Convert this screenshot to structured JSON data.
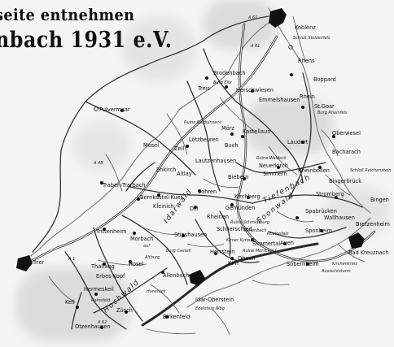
{
  "headline": {
    "line1": "seite entnehmen",
    "line2": "nbach 1931 e.V."
  },
  "regions": {
    "idarwald": "Idarwald",
    "soonwald": "Soonwald",
    "hochwald": "Hochwald",
    "tiefenbach": "Tiefenbach"
  },
  "towns": {
    "koblenz": "Koblenz",
    "rhens": "Rhens",
    "boppard": "Boppard",
    "brodenbach": "Brodenbach",
    "herschwiesen": "Herschwiesen",
    "treis": "Treis",
    "emmelshausen": "Emmelshausen",
    "rhein": "Rhein",
    "stgoar": "St.Goar",
    "pulvermaar": "Pulvermaar",
    "morz": "Mörz",
    "kastellaun": "Kastellaun",
    "buch": "Buch",
    "laudert": "Laudert",
    "oberwesel": "Oberwesel",
    "bacharach": "Bacharach",
    "zell": "Zell",
    "lotzbeuren": "Lötzbeuren",
    "mosel": "Mosel",
    "enkirch": "Enkirch",
    "altlay": "Altlay",
    "lautzenhausen": "Lautzenhausen",
    "neuerkirch": "Neuerkirch",
    "simmern": "Simmern",
    "rheinbollen": "Rheinböllen",
    "biebern": "Biebern",
    "trabentrarbach": "Traben-Trarbach",
    "bernkastelkues": "Bernkastel-Kues",
    "sohren": "Sohren",
    "kirchberg": "Kirchberg",
    "stromberg": "Stromberg",
    "bingerbruck": "Bingerbrück",
    "bingen": "Bingen",
    "gemunden": "Gemünden",
    "kleinich": "Kleinich",
    "dill": "Dill",
    "rheinen": "Rheinen",
    "spabrucken": "Spabrücken",
    "wallhausen": "Wallhausen",
    "bretzenheim": "Bretzenheim",
    "trittenheim": "Trittenheim",
    "morbach": "Morbach",
    "stipshausen": "Stipshausen",
    "schlierschied": "Schlierschied",
    "sponheim": "Sponheim",
    "simmertal": "Simmertal",
    "auen": "Auen",
    "badkreuznach": "Bad Kreuznach",
    "trier": "Trier",
    "thalfang": "Thalfang",
    "hosel": "Hosel",
    "herrstein": "Herrstein",
    "kirn": "Kirn",
    "dhaun": "Dhaun",
    "sobernheim": "Sobernheim",
    "erbeskopf": "Erbes-Kopf",
    "allenbach": "Allenbach",
    "hermeskeil": "Hermeskeil",
    "kell": "Kell",
    "zusch": "Züsch",
    "idaroberstein": "Idar-Oberstein",
    "birkenfeld": "Birkenfeld",
    "otzenhausen": "Otzenhausen"
  },
  "small": {
    "a61a": "A 61",
    "a61b": "A 61",
    "a48": "A 48",
    "a1": "A 1",
    "a62": "A 62",
    "schlossstolzenfels": "Schloß Stolzenfels",
    "burgeltz": "Burg Eltz",
    "burgrheinfels": "Burg Rheinfels",
    "schlossreichenstein": "Schloß Reichenstein",
    "ruinebalduinseck": "Ruine Balduinseck",
    "ruinewaldeck": "Ruine Waldeck",
    "ruineschmidtburg": "Ruine Schmidtburg",
    "burgcastell": "Burg Castell",
    "ruinemorschied": "Ruine Morschied",
    "kirnerkyrburg": "Kirner Kyrburg",
    "altburg": "Altburg",
    "rheinpfalz": "Rheinpfalz",
    "auf": "auf",
    "kellenbach": "Kellenbach",
    "hunsruck": "Hunsrück",
    "edelsteinw": "Edelstein Wbg",
    "reinsfeld": "Reinsfeld",
    "aussichtsturm": "Aussichtsturm",
    "kirchenkreis": "Kirchenkreis"
  }
}
